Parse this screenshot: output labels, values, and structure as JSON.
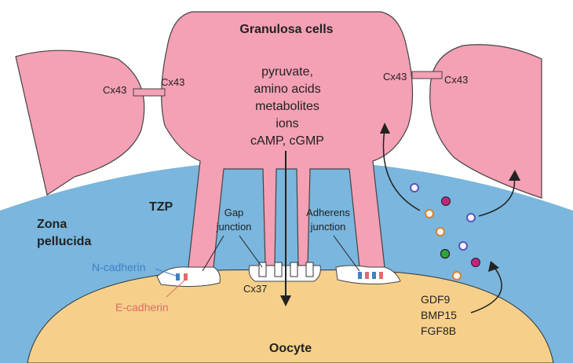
{
  "labels": {
    "granulosa": "Granulosa cells",
    "metabolites": [
      "pyruvate,",
      "amino acids",
      "metabolites",
      "ions",
      "cAMP, cGMP"
    ],
    "cx43_left_a": "Cx43",
    "cx43_left_b": "Cx43",
    "cx43_right_a": "Cx43",
    "cx43_right_b": "Cx43",
    "tzp": "TZP",
    "zona_1": "Zona",
    "zona_2": "pellucida",
    "gap_1": "Gap",
    "gap_2": "junction",
    "adherens_1": "Adherens",
    "adherens_2": "junction",
    "n_cadherin": "N-cadherin",
    "e_cadherin": "E-cadherin",
    "cx37": "Cx37",
    "factors": [
      "GDF9",
      "BMP15",
      "FGF8B"
    ],
    "oocyte": "Oocyte"
  },
  "colors": {
    "granulosa": "#f4a0b5",
    "zona": "#7ab6dd",
    "oocyte": "#f6d08a",
    "n_cadherin": "#3f7fc8",
    "e_cadherin": "#e06b6b"
  }
}
